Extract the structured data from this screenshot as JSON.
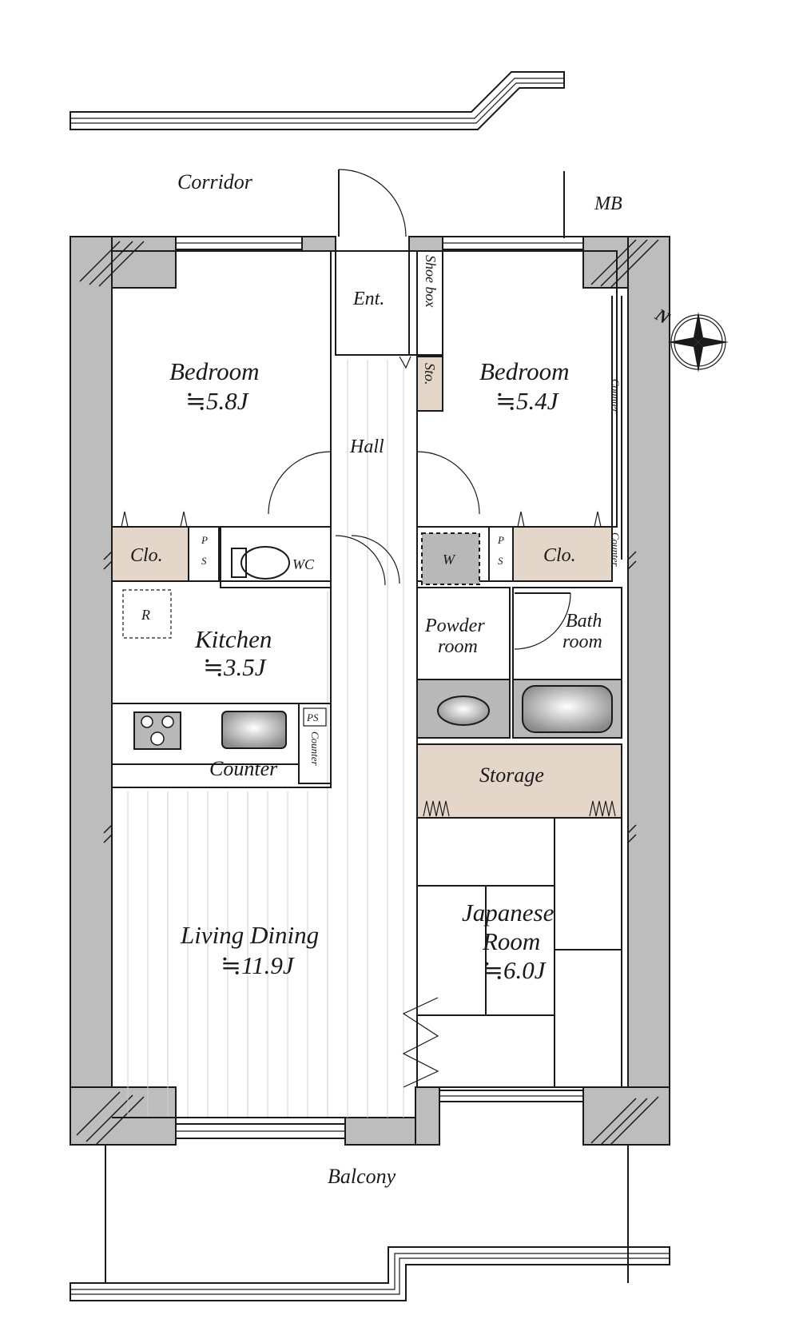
{
  "labels": {
    "corridor": "Corridor",
    "mb": "MB",
    "entrance": "Ent.",
    "shoe_box": "Shoe box",
    "storage_small": "Sto.",
    "hall": "Hall",
    "counter": "Counter",
    "closet": "Clo.",
    "p": "P",
    "s": "S",
    "ps": "PS",
    "wc": "WC",
    "washer": "W",
    "refrigerator": "R",
    "storage": "Storage",
    "balcony": "Balcony"
  },
  "rooms": {
    "bedroom_left": {
      "name": "Bedroom",
      "size": "≒5.8J"
    },
    "bedroom_right": {
      "name": "Bedroom",
      "size": "≒5.4J"
    },
    "kitchen": {
      "name": "Kitchen",
      "size": "≒3.5J"
    },
    "powder_room": {
      "line1": "Powder",
      "line2": "room"
    },
    "bath_room": {
      "line1": "Bath",
      "line2": "room"
    },
    "japanese_room": {
      "line1": "Japanese",
      "line2": "Room",
      "size": "≒6.0J"
    },
    "living_dining": {
      "name": "Living Dining",
      "size": "≒11.9J"
    }
  },
  "icons": {
    "compass": "compass-rose-icon"
  },
  "colors": {
    "wall": "#bdbdbd",
    "closet_fill": "#e5d6ca",
    "fixture_gray": "#b8b8b8"
  }
}
